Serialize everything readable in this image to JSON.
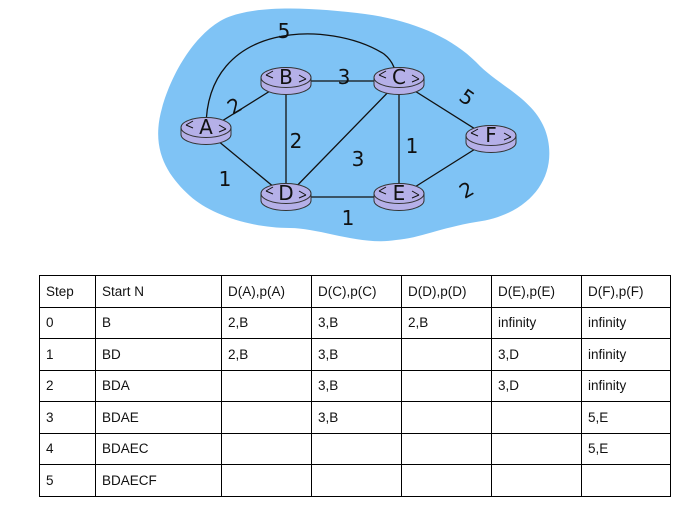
{
  "graph": {
    "cloud_color": "#7fc3f5",
    "router_color": "#b5b0e8",
    "nodes": [
      {
        "id": "A",
        "label": "A"
      },
      {
        "id": "B",
        "label": "B"
      },
      {
        "id": "C",
        "label": "C"
      },
      {
        "id": "D",
        "label": "D"
      },
      {
        "id": "E",
        "label": "E"
      },
      {
        "id": "F",
        "label": "F"
      }
    ],
    "edges": [
      {
        "from": "A",
        "to": "C",
        "weight": "5"
      },
      {
        "from": "B",
        "to": "C",
        "weight": "3"
      },
      {
        "from": "A",
        "to": "B",
        "weight": "2"
      },
      {
        "from": "C",
        "to": "F",
        "weight": "5"
      },
      {
        "from": "B",
        "to": "D",
        "weight": "2"
      },
      {
        "from": "C",
        "to": "E",
        "weight": "1"
      },
      {
        "from": "C",
        "to": "D",
        "weight": "3"
      },
      {
        "from": "A",
        "to": "D",
        "weight": "1"
      },
      {
        "from": "E",
        "to": "F",
        "weight": "2"
      },
      {
        "from": "D",
        "to": "E",
        "weight": "1"
      }
    ]
  },
  "table": {
    "headers": [
      "Step",
      "Start N",
      "D(A),p(A)",
      "D(C),p(C)",
      "D(D),p(D)",
      "D(E),p(E)",
      "D(F),p(F)"
    ],
    "rows": [
      [
        "0",
        "B",
        "2,B",
        "3,B",
        "2,B",
        "infinity",
        "infinity"
      ],
      [
        "1",
        "BD",
        "2,B",
        "3,B",
        "",
        "3,D",
        "infinity"
      ],
      [
        "2",
        "BDA",
        "",
        "3,B",
        "",
        "3,D",
        "infinity"
      ],
      [
        "3",
        "BDAE",
        "",
        "3,B",
        "",
        "",
        "5,E"
      ],
      [
        "4",
        "BDAEC",
        "",
        "",
        "",
        "",
        "5,E"
      ],
      [
        "5",
        "BDAECF",
        "",
        "",
        "",
        "",
        ""
      ]
    ]
  }
}
